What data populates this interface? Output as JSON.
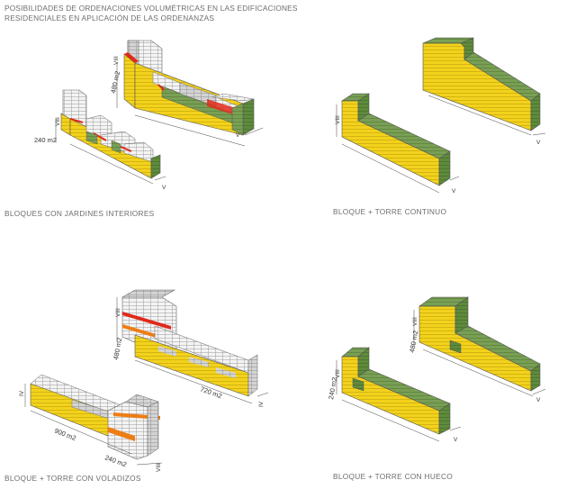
{
  "header": {
    "line1": "POSIBILIDADES DE ORDENACIONES VOLUMÉTRICAS EN LAS EDIFICACIONES",
    "line2": "RESIDENCIALES EN APLICACIÓN DE LAS ORDENANZAS"
  },
  "panels": [
    {
      "caption": "BLOQUES CON JARDINES INTERIORES",
      "labels": [
        "480 m2",
        "240 m2",
        "VIII",
        "VIII",
        "V",
        "V"
      ]
    },
    {
      "caption": "BLOQUE + TORRE CONTINUO",
      "labels": [
        "VIII",
        "V",
        "V"
      ]
    },
    {
      "caption": "BLOQUE + TORRE CON VOLADIZOS",
      "labels": [
        "480 m2",
        "720 m2",
        "900 m2",
        "240 m2",
        "VIII",
        "IV",
        "IV",
        "VIII"
      ]
    },
    {
      "caption": "BLOQUE + TORRE CON HUECO",
      "labels": [
        "480 m2",
        "240 m2",
        "VIII",
        "VIII",
        "V",
        "V"
      ]
    }
  ],
  "colors": {
    "yellow": "#f2d21c",
    "yellow_dark": "#e0b812",
    "green": "#6f9a4a",
    "green_dark": "#4f7a34",
    "gray": "#d8d8d8",
    "gray_dark": "#b5b5b5",
    "red": "#e02a1a",
    "orange": "#ee7d14"
  }
}
